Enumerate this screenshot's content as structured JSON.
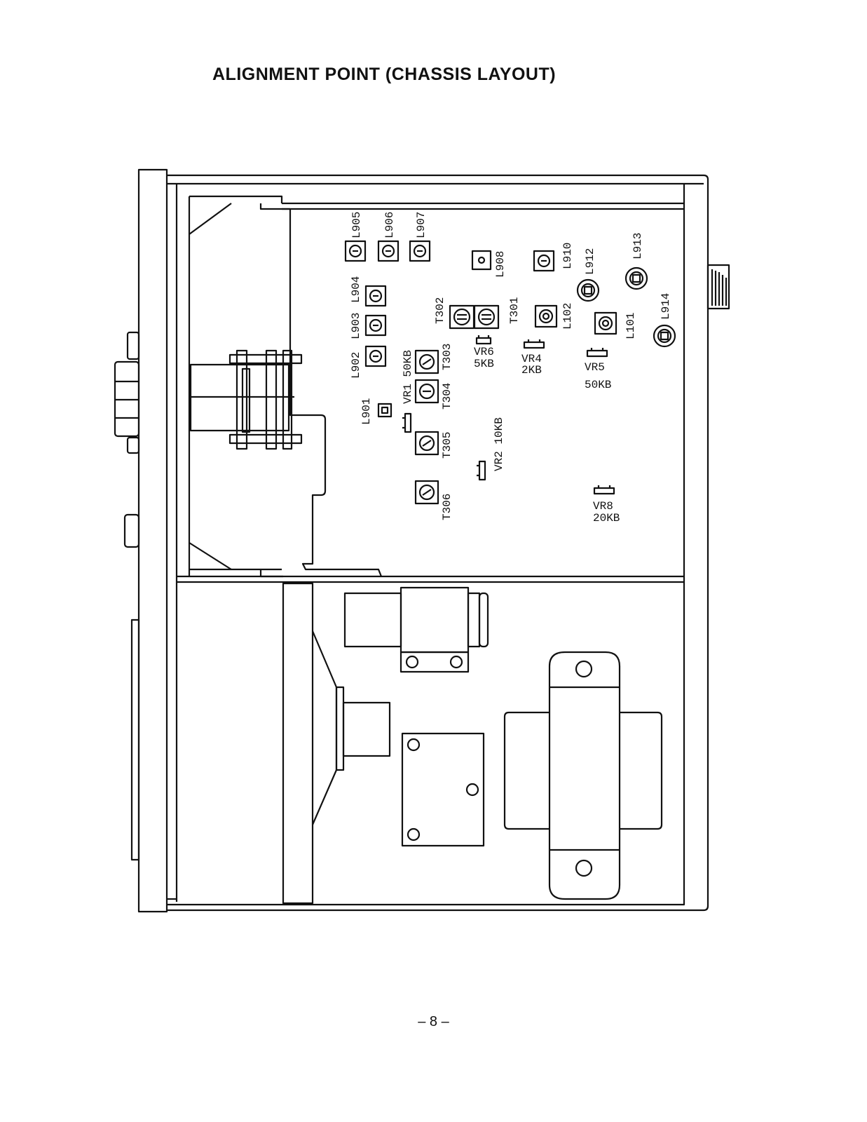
{
  "title": "ALIGNMENT POINT (CHASSIS LAYOUT)",
  "page_number": "– 8 –",
  "labels": {
    "L905": "L905",
    "L906": "L906",
    "L907": "L907",
    "L908": "L908",
    "L910": "L910",
    "L912": "L912",
    "L913": "L913",
    "L914": "L914",
    "L904": "L904",
    "L903": "L903",
    "L902": "L902",
    "L901": "L901",
    "T302": "T302",
    "T301": "T301",
    "T303": "T303",
    "T304": "T304",
    "T305": "T305",
    "T306": "T306",
    "L102": "L102",
    "L101": "L101",
    "VR1": "VR1 50KB",
    "VR2": "VR2 10KB",
    "VR6": "VR6",
    "VR6v": "5KB",
    "VR4": "VR4",
    "VR4v": "2KB",
    "VR5": "VR5",
    "VR5v": "50KB",
    "VR8": "VR8",
    "VR8v": "20KB"
  }
}
